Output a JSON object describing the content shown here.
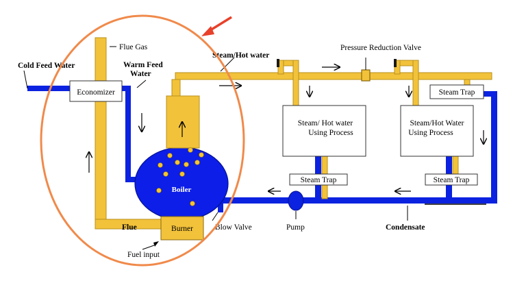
{
  "labels": {
    "flue_gas": "Flue Gas",
    "cold_feed_water": "Cold Feed Water",
    "warm_feed_water_1": "Warm Feed",
    "warm_feed_water_2": "Water",
    "steam_hot_water": "Steam/Hot water",
    "pressure_reduction_valve": "Pressure Reduction Valve",
    "economizer": "Economizer",
    "process_1_line1": "Steam/ Hot water",
    "process_1_line2": "Using Process",
    "process_2_line1": "Steam/Hot Water",
    "process_2_line2": "Using Process",
    "steam_trap_top": "Steam Trap",
    "steam_trap_mid": "Steam Trap",
    "steam_trap_right": "Steam Trap",
    "boiler": "Boiler",
    "flue": "Flue",
    "burner": "Burner",
    "blow_valve": "Blow Valve",
    "pump": "Pump",
    "condensate": "Condensate",
    "fuel_input": "Fuel input"
  },
  "colors": {
    "steam_pipe": "#f2c23a",
    "steam_pipe_edge": "#b8901c",
    "water_pipe": "#0b22e0",
    "boiler_body": "#0c1ee8",
    "bubble": "#f5c430",
    "highlight_ellipse": "#f08a4b",
    "pointer_arrow": "#e8402a"
  }
}
